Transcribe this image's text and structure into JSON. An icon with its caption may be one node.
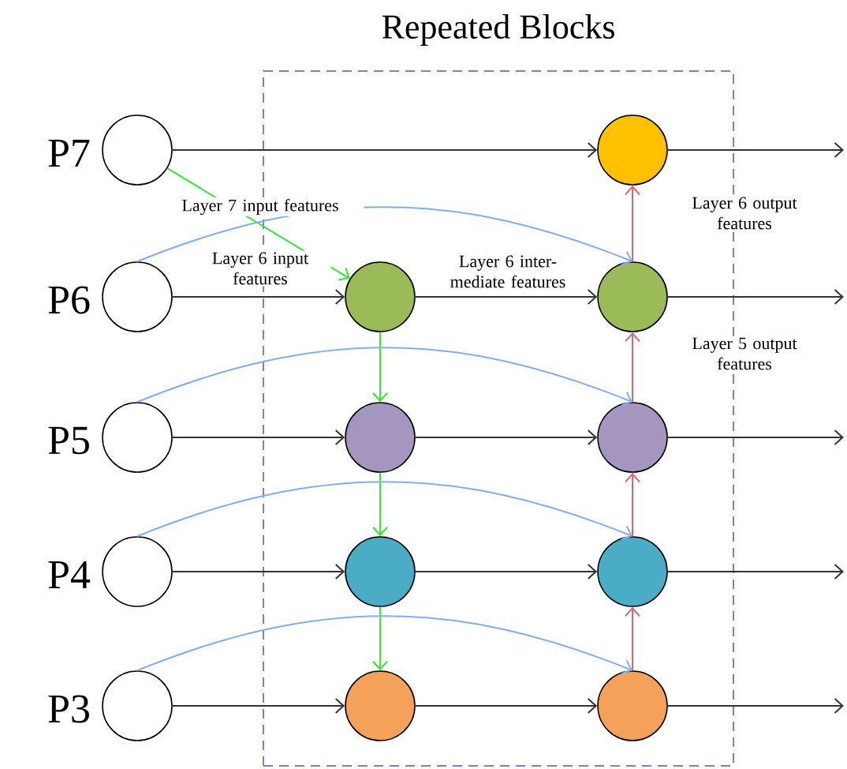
{
  "diagram": {
    "nodes": [
      {
        "text": [
          "Repeated Blocks"
        ]
      },
      {
        "text": [],
        "shape": "circle",
        "beside": [
          "P7"
        ]
      },
      {
        "text": [],
        "shape": "circle",
        "beside": [
          "P6"
        ]
      },
      {
        "text": [],
        "shape": "circle",
        "beside": [
          "P5"
        ]
      },
      {
        "text": [],
        "shape": "circle",
        "beside": [
          "P4"
        ]
      },
      {
        "text": [],
        "shape": "circle",
        "beside": [
          "P3"
        ]
      },
      {
        "text": [],
        "shape": "circle",
        "in": 0
      },
      {
        "text": [],
        "shape": "circle",
        "in": 0
      },
      {
        "text": [],
        "shape": "circle",
        "in": 0
      },
      {
        "text": [],
        "shape": "circle",
        "in": 0
      },
      {
        "text": [],
        "shape": "circle",
        "in": 0
      },
      {
        "text": [],
        "shape": "circle",
        "in": 0
      },
      {
        "text": [],
        "shape": "circle",
        "in": 0
      },
      {
        "text": [],
        "shape": "circle",
        "in": 0
      },
      {
        "text": [],
        "shape": "circle",
        "in": 0
      }
    ],
    "edges": [
      {
        "from": 1,
        "to": 10,
        "arrow": "to"
      },
      {
        "from": 2,
        "to": 6,
        "arrow": "to",
        "label": "Layer 6 input features"
      },
      {
        "from": 3,
        "to": 7,
        "arrow": "to"
      },
      {
        "from": 4,
        "to": 8,
        "arrow": "to"
      },
      {
        "from": 5,
        "to": 9,
        "arrow": "to"
      },
      {
        "from": 6,
        "to": 11,
        "arrow": "to",
        "label": "Layer 6 inter-mediate features"
      },
      {
        "from": 7,
        "to": 12,
        "arrow": "to"
      },
      {
        "from": 8,
        "to": 13,
        "arrow": "to"
      },
      {
        "from": 9,
        "to": 14,
        "arrow": "to"
      },
      {
        "from": 1,
        "to": 6,
        "arrow": "to",
        "color": "#33e833",
        "label": "Layer 7 input features"
      },
      {
        "from": 6,
        "to": 7,
        "arrow": "to",
        "color": "#33e833"
      },
      {
        "from": 7,
        "to": 8,
        "arrow": "to",
        "color": "#33e833"
      },
      {
        "from": 8,
        "to": 9,
        "arrow": "to",
        "color": "#33e833"
      },
      {
        "from": 14,
        "to": 13,
        "arrow": "to",
        "color": "#d9666b"
      },
      {
        "from": 13,
        "to": 12,
        "arrow": "to",
        "color": "#d9666b"
      },
      {
        "from": 12,
        "to": 11,
        "arrow": "to",
        "color": "#d9666b",
        "label": "Layer 5 output features"
      },
      {
        "from": 11,
        "to": 10,
        "arrow": "to",
        "color": "#d9666b",
        "label": "Layer 6 output features"
      },
      {
        "from": 2,
        "to": 11,
        "arrow": "to",
        "color": "#80aef0"
      },
      {
        "from": 3,
        "to": 12,
        "arrow": "to",
        "color": "#80aef0"
      },
      {
        "from": 4,
        "to": 13,
        "arrow": "to",
        "color": "#80aef0"
      },
      {
        "from": 5,
        "to": 14,
        "arrow": "to",
        "color": "#80aef0"
      },
      {
        "from": 10,
        "to": null,
        "arrow": "to"
      },
      {
        "from": 11,
        "to": null,
        "arrow": "to"
      },
      {
        "from": 12,
        "to": null,
        "arrow": "to"
      },
      {
        "from": 13,
        "to": null,
        "arrow": "to"
      },
      {
        "from": 14,
        "to": null,
        "arrow": "to"
      }
    ]
  }
}
